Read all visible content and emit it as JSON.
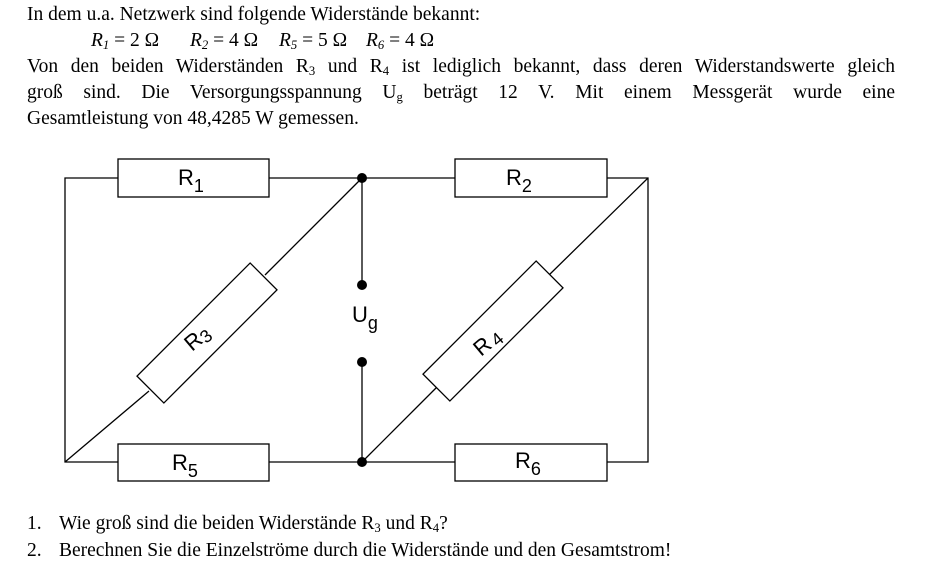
{
  "intro": {
    "line1": "In dem u.a. Netzwerk sind folgende Widerstände bekannt:",
    "given": [
      {
        "name": "R",
        "sub": "1",
        "value": " = 2 Ω"
      },
      {
        "name": "R",
        "sub": "2",
        "value": " = 4 Ω"
      },
      {
        "name": "R",
        "sub": "5",
        "value": " = 5 Ω"
      },
      {
        "name": "R",
        "sub": "6",
        "value": " = 4 Ω"
      }
    ],
    "line3_a": "Von den beiden Widerständen R",
    "line3_sub1": "3",
    "line3_b": " und R",
    "line3_sub2": "4",
    "line3_c": " ist lediglich bekannt, dass deren Widerstandswerte gleich",
    "line4_a": "groß sind. Die Versorgungsspannung U",
    "line4_sub": "g",
    "line4_b": " beträgt 12 V. Mit einem Messgerät wurde eine",
    "line5": "Gesamtleistung von 48,4285 W gemessen."
  },
  "circuit": {
    "r1": {
      "label": "R",
      "sub": "1"
    },
    "r2": {
      "label": "R",
      "sub": "2"
    },
    "r3": {
      "label": "R",
      "sub": "3"
    },
    "r4": {
      "label": "R",
      "sub": "4"
    },
    "r5": {
      "label": "R",
      "sub": "5"
    },
    "r6": {
      "label": "R",
      "sub": "6"
    },
    "source": {
      "label": "U",
      "sub": "g"
    }
  },
  "questions": [
    {
      "num": "1.",
      "a": "Wie groß sind die beiden Widerstände R",
      "s1": "3",
      "b": " und R",
      "s2": "4",
      "c": "?"
    },
    {
      "num": "2.",
      "a": "Berechnen Sie die Einzelströme durch die Widerstände und den Gesamtstrom!",
      "s1": "",
      "b": "",
      "s2": "",
      "c": ""
    }
  ]
}
